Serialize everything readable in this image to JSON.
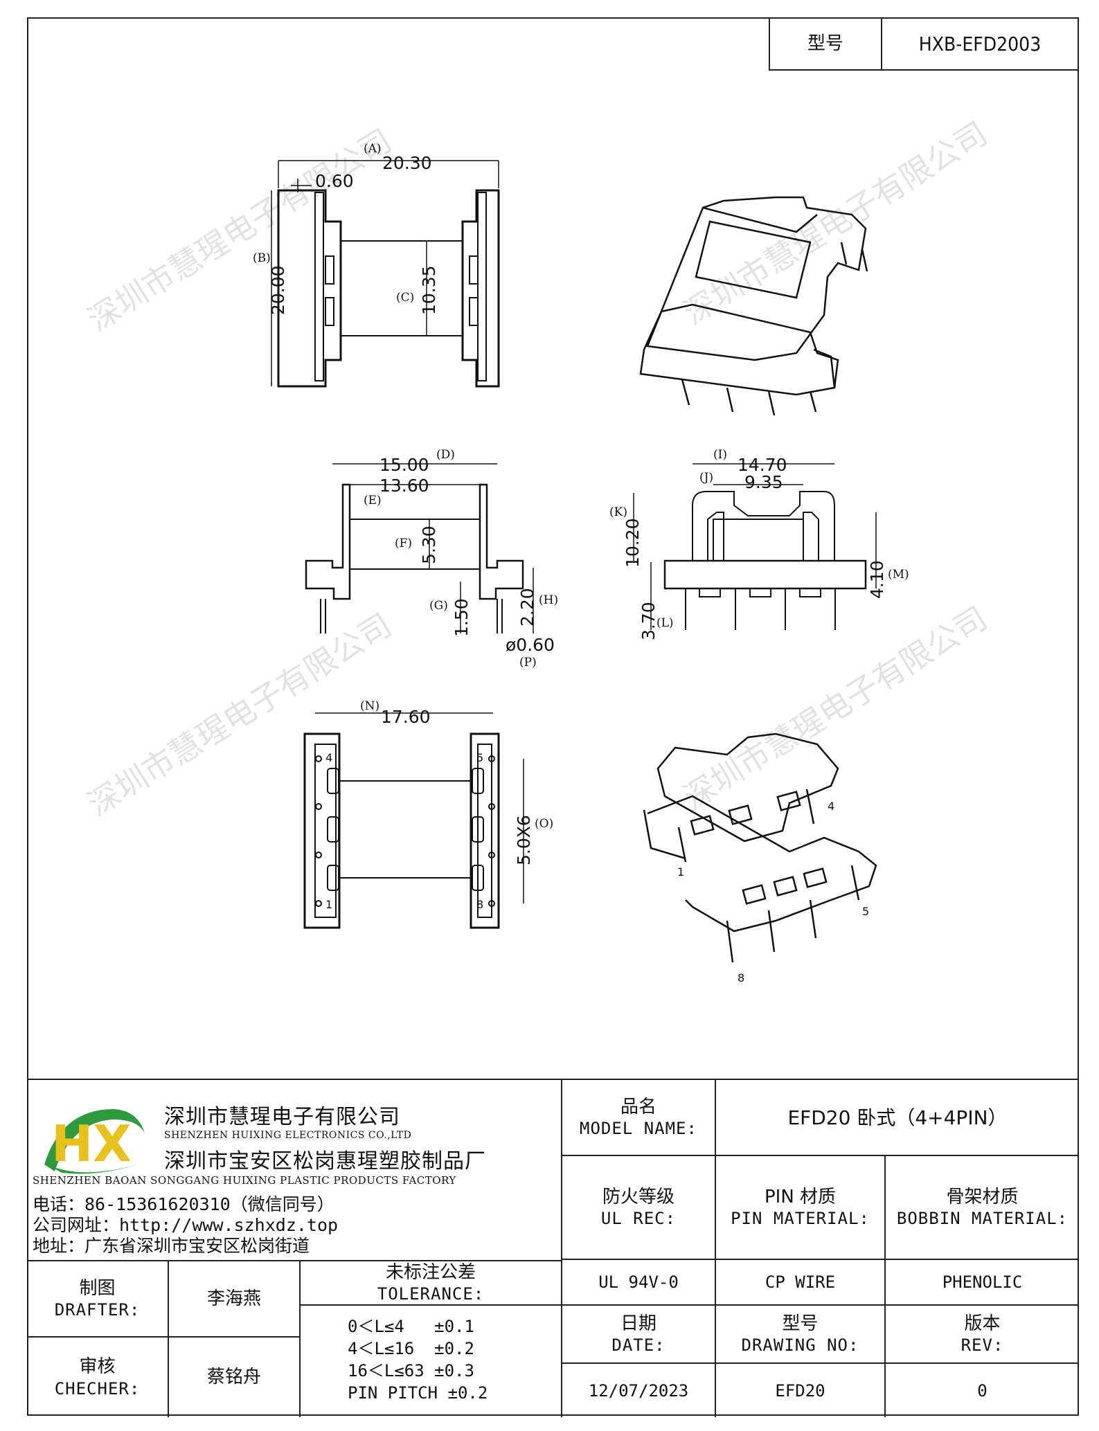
{
  "header": {
    "model_label": "型号",
    "model_value": "HXB-EFD2003"
  },
  "watermark": "深圳市慧瑆电子有限公司",
  "views": {
    "top": {
      "A": "(A)",
      "A_val": "20.30",
      "w060": "0.60",
      "B": "(B)",
      "B_val": "20.00",
      "C": "(C)",
      "C_val": "10.35"
    },
    "side": {
      "D": "(D)",
      "D_val": "15.00",
      "E": "(E)",
      "E_val": "13.60",
      "F": "(F)",
      "F_val": "5.30",
      "G": "(G)",
      "G_val": "1.50",
      "H": "(H)",
      "H_val": "2.20",
      "P_val": "ø0.60",
      "P": "(P)"
    },
    "front": {
      "I": "(I)",
      "I_val": "14.70",
      "J": "(J)",
      "J_val": "9.35",
      "K": "(K)",
      "K_val": "10.20",
      "L": "(L)",
      "L_val": "3.70",
      "M": "(M)",
      "M_val": "4.10"
    },
    "bottom": {
      "N": "(N)",
      "N_val": "17.60",
      "O": "(O)",
      "O_val": "5.0X6",
      "pins": [
        "4",
        "5",
        "1",
        "8"
      ]
    },
    "iso_pins": [
      "1",
      "4",
      "5",
      "8"
    ]
  },
  "company": {
    "name_cn": "深圳市慧瑆电子有限公司",
    "name_en": "SHENZHEN HUIXING ELECTRONICS CO.,LTD",
    "factory_cn": "深圳市宝安区松岗惠瑆塑胶制品厂",
    "factory_en": "SHENZHEN BAOAN SONGGANG HUIXING PLASTIC PRODUCTS FACTORY",
    "phone": "电话：86-15361620310（微信同号）",
    "website": "公司网址：http://www.szhxdz.top",
    "address": "地址：广东省深圳市宝安区松岗街道",
    "logo_letters": "HX",
    "colors": {
      "logo_green": "#2e9a3e",
      "logo_yellow": "#e8c21a"
    }
  },
  "title_block": {
    "product_name_cn": "品名",
    "product_name_en": "MODEL NAME:",
    "product_name_value": "EFD20 卧式（4+4PIN）",
    "flame_cn": "防火等级",
    "flame_en": "UL REC:",
    "pin_material_cn": "PIN 材质",
    "pin_material_en": "PIN MATERIAL:",
    "bobbin_material_cn": "骨架材质",
    "bobbin_material_en": "BOBBIN MATERIAL:",
    "flame_value": "UL 94V-0",
    "pin_material_value": "CP WIRE",
    "bobbin_material_value": "PHENOLIC",
    "drafter_cn": "制图",
    "drafter_en": "DRAFTER:",
    "drafter_value": "李海燕",
    "checker_cn": "审核",
    "checker_en": "CHECHER:",
    "checker_value": "蔡铭舟",
    "tolerance_cn": "未标注公差",
    "tolerance_en": "TOLERANCE:",
    "tolerance_lines": [
      "0＜L≤4   ±0.1",
      "4＜L≤16  ±0.2",
      "16＜L≤63 ±0.3",
      "PIN PITCH ±0.2"
    ],
    "date_cn": "日期",
    "date_en": "DATE:",
    "date_value": "12/07/2023",
    "drawing_no_cn": "型号",
    "drawing_no_en": "DRAWING NO:",
    "drawing_no_value": "EFD20",
    "rev_cn": "版本",
    "rev_en": "REV:",
    "rev_value": "0"
  }
}
